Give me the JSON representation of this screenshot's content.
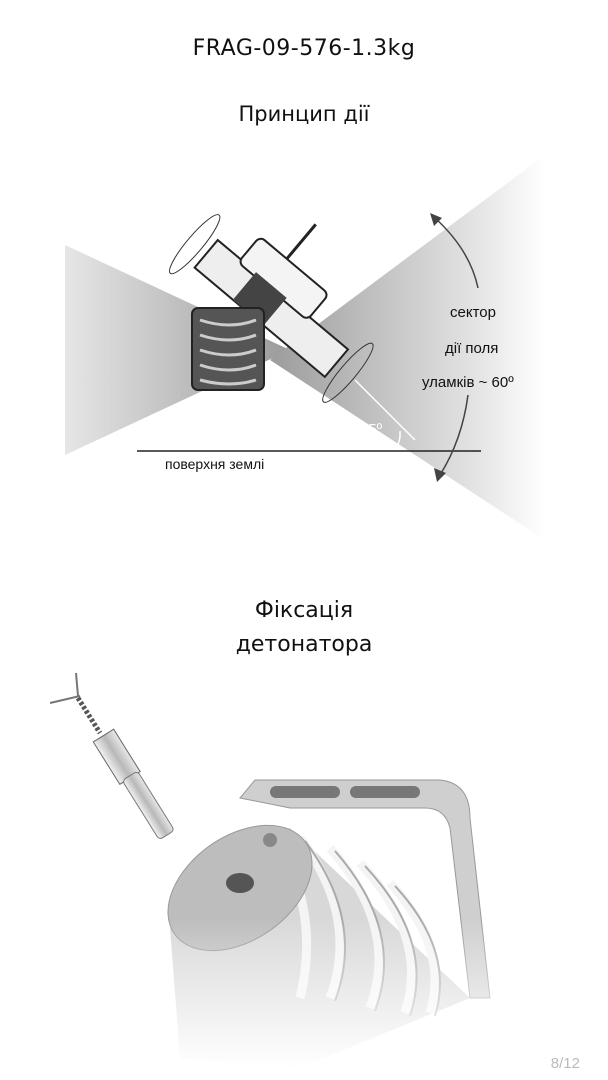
{
  "title": "FRAG-09-576-1.3kg",
  "principle": {
    "heading": "Принцип дії",
    "sector_lines": [
      "сектор",
      "дії поля",
      "уламків ~ 60º"
    ],
    "angle_label": "45º",
    "ground_label": "поверхня землі"
  },
  "detonator": {
    "heading_line1": "Фіксація",
    "heading_line2": "детонатора"
  },
  "page_number": "8/12"
}
